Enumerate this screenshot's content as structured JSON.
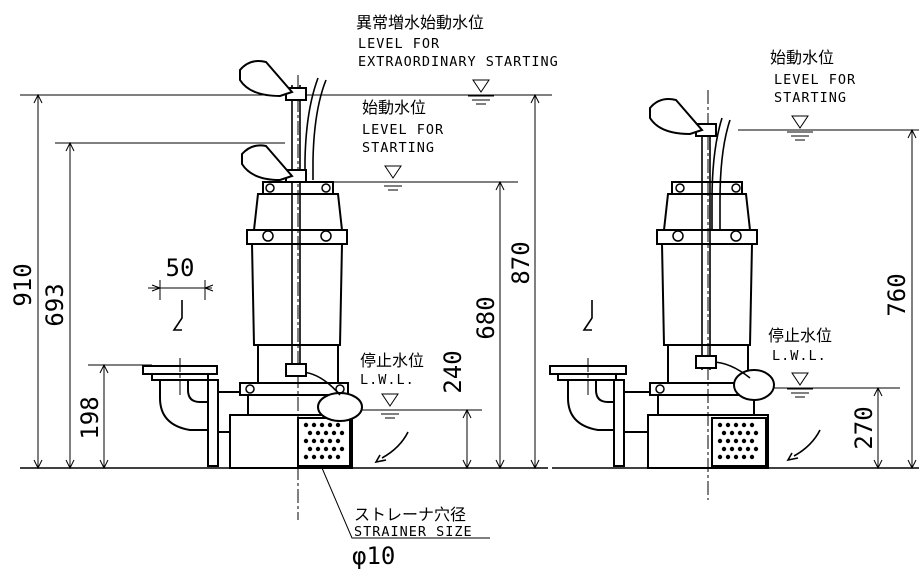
{
  "labels": {
    "extraordinary_jp": "異常増水始動水位",
    "extraordinary_en_1": "LEVEL FOR",
    "extraordinary_en_2": "EXTRAORDINARY STARTING",
    "starting_jp": "始動水位",
    "starting_en_1": "LEVEL FOR",
    "starting_en_2": "STARTING",
    "stop_jp": "停止水位",
    "stop_en": "L.W.L.",
    "strainer_jp": "ストレーナ穴径",
    "strainer_en": "STRAINER SIZE",
    "strainer_size": "φ10"
  },
  "dimensions": {
    "left_910": "910",
    "left_693": "693",
    "left_198": "198",
    "flange_50": "50",
    "left_240": "240",
    "left_680": "680",
    "left_870": "870",
    "right_760": "760",
    "right_270": "270"
  }
}
